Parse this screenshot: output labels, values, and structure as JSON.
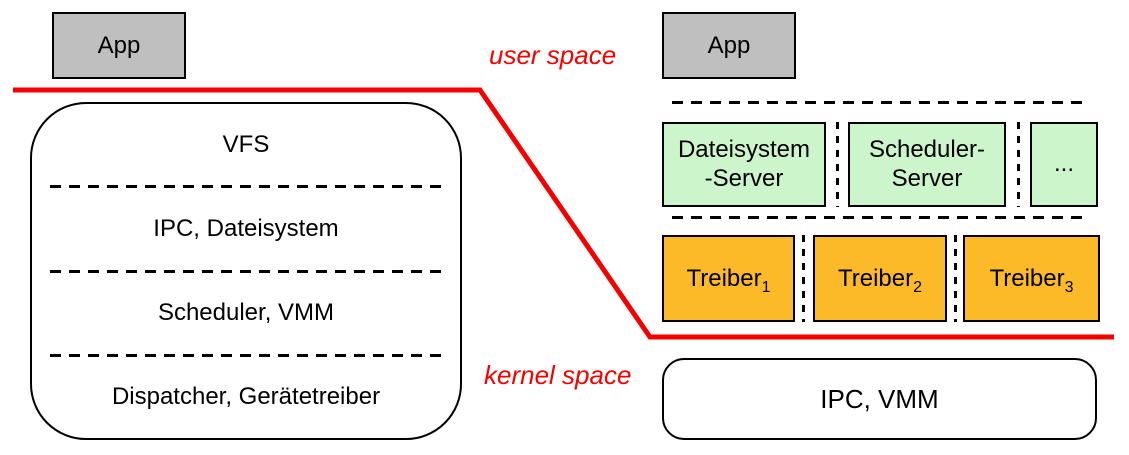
{
  "colors": {
    "red": "#f40000",
    "gray": "#bfbfbf",
    "green": "#ccf5cc",
    "orange": "#fcba28",
    "line": "#000000"
  },
  "boundary": {
    "user_space_label": "user space",
    "kernel_space_label": "kernel space"
  },
  "monolithic": {
    "app_label": "App",
    "layers": [
      "VFS",
      "IPC, Dateisystem",
      "Scheduler, VMM",
      "Dispatcher, Gerätetreiber"
    ]
  },
  "microkernel": {
    "app_label": "App",
    "servers": [
      {
        "line1": "Dateisystem",
        "line2": "-Server"
      },
      {
        "line1": "Scheduler-",
        "line2": "Server"
      },
      {
        "line1": "...",
        "line2": ""
      }
    ],
    "drivers": [
      {
        "base": "Treiber",
        "sub": "1"
      },
      {
        "base": "Treiber",
        "sub": "2"
      },
      {
        "base": "Treiber",
        "sub": "3"
      }
    ],
    "kernel_label": "IPC, VMM"
  }
}
